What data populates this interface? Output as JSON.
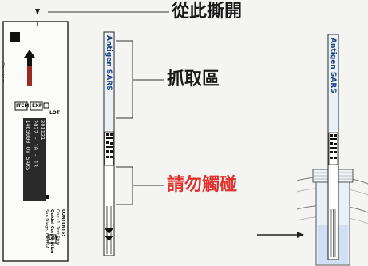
{
  "callouts": {
    "tear_here": "從此撕開",
    "grip_area": "抓取區",
    "do_not_touch": "請勿觸碰"
  },
  "pouch": {
    "item_label": "ITEM",
    "lot_label": "LOT",
    "exp_label": "EXP",
    "lot_label_2": "LOT",
    "lot_box_lines": [
      "201121",
      "2022 - 10 - 13",
      "1465000 QV SARS"
    ],
    "manufacturer_lines": [
      "Quidel Corporation",
      "San Diego, CA USA"
    ],
    "contents_lines": [
      "CONTENTS:",
      "One (1) Test Strip"
    ],
    "arrow_caption": "Open here"
  },
  "strip": {
    "text": "SARS Antigen SARS Antigen SARS"
  },
  "colors": {
    "highlight_red": "#e0322f",
    "text_dark": "#1a1a1a",
    "tube_blue": "#cfe0f4"
  }
}
